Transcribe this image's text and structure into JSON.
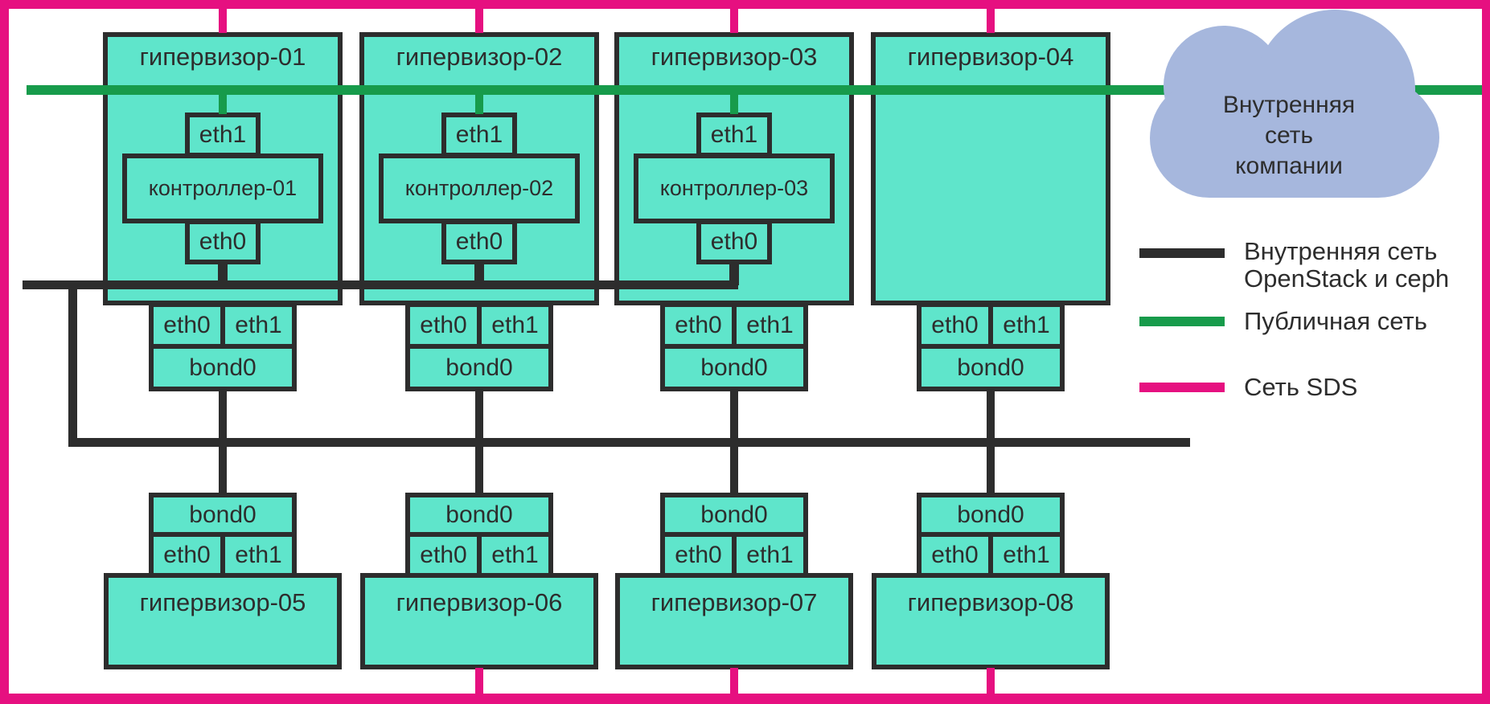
{
  "colors": {
    "node_fill": "#5fe5cb",
    "outline": "#2d2d2d",
    "internal_network": "#2d2d2d",
    "public_network": "#179b4b",
    "sds_network": "#e61080",
    "cloud_fill": "#a6b7dd"
  },
  "cloud": {
    "label": "Внутренняя\nсеть\nкомпании"
  },
  "legend": [
    {
      "id": "internal",
      "label": "Внутренняя сеть\nOpenStack и ceph"
    },
    {
      "id": "public",
      "label": "Публичная сеть"
    },
    {
      "id": "sds",
      "label": "Сеть SDS"
    }
  ],
  "top_nodes": [
    {
      "label": "гипервизор-01",
      "controller": "контроллер-01",
      "ctrl_eth1": "eth1",
      "ctrl_eth0": "eth0",
      "nic_eth0": "eth0",
      "nic_eth1": "eth1",
      "bond": "bond0"
    },
    {
      "label": "гипервизор-02",
      "controller": "контроллер-02",
      "ctrl_eth1": "eth1",
      "ctrl_eth0": "eth0",
      "nic_eth0": "eth0",
      "nic_eth1": "eth1",
      "bond": "bond0"
    },
    {
      "label": "гипервизор-03",
      "controller": "контроллер-03",
      "ctrl_eth1": "eth1",
      "ctrl_eth0": "eth0",
      "nic_eth0": "eth0",
      "nic_eth1": "eth1",
      "bond": "bond0"
    },
    {
      "label": "гипервизор-04",
      "nic_eth0": "eth0",
      "nic_eth1": "eth1",
      "bond": "bond0"
    }
  ],
  "bottom_nodes": [
    {
      "label": "гипервизор-05",
      "bond": "bond0",
      "nic_eth0": "eth0",
      "nic_eth1": "eth1"
    },
    {
      "label": "гипервизор-06",
      "bond": "bond0",
      "nic_eth0": "eth0",
      "nic_eth1": "eth1"
    },
    {
      "label": "гипервизор-07",
      "bond": "bond0",
      "nic_eth0": "eth0",
      "nic_eth1": "eth1"
    },
    {
      "label": "гипервизор-08",
      "bond": "bond0",
      "nic_eth0": "eth0",
      "nic_eth1": "eth1"
    }
  ]
}
